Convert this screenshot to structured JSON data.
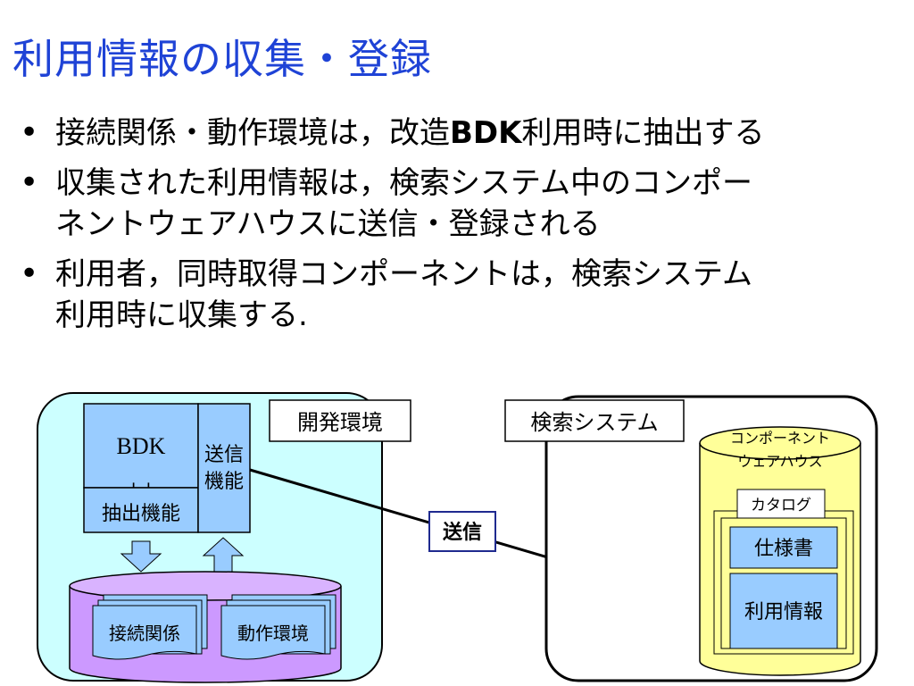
{
  "title": "利用情報の収集・登録",
  "bullets": [
    {
      "text_a": "接続関係・動作環境は，改造",
      "bold": "BDK",
      "text_b": "利用時に抽出する"
    },
    {
      "line1": "収集された利用情報は，検索システム中のコンポー",
      "line2": "ネントウェアハウスに送信・登録される"
    },
    {
      "line1": "利用者，同時取得コンポーネントは，検索システム",
      "line2": "利用時に収集する."
    }
  ],
  "diagram": {
    "dev_env": {
      "label": "開発環境",
      "bdk": "BDK",
      "arrows": "↓↓",
      "extract": "抽出機能",
      "send_line1": "送信",
      "send_line2": "機能",
      "doc1": "接続関係",
      "doc2": "動作環境"
    },
    "send_label": "送信",
    "search": {
      "label": "検索システム",
      "warehouse_line1": "コンポーネント",
      "warehouse_line2": "ウェアハウス",
      "catalog": "カタログ",
      "spec": "仕様書",
      "usage": "利用情報"
    },
    "colors": {
      "title": "#1f43d6",
      "dev_bg": "#ccffff",
      "module": "#99ccff",
      "db": "#cc99ff",
      "warehouse": "#ffff99",
      "send_border": "#1f2a8f"
    }
  }
}
